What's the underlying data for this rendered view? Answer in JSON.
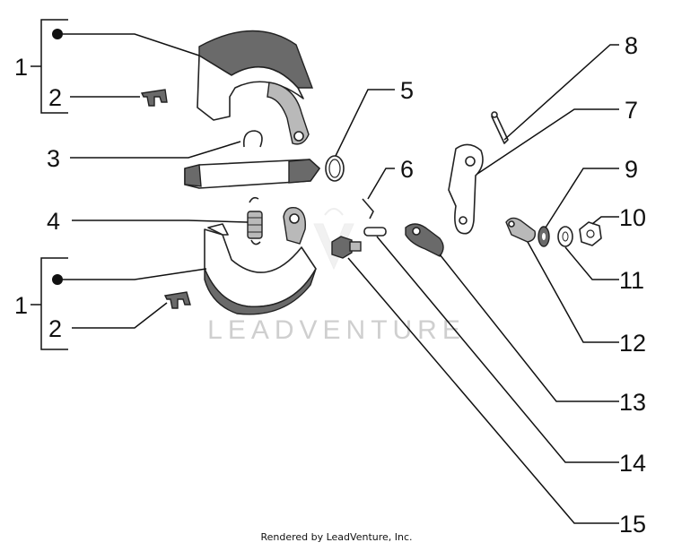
{
  "labels": {
    "l1a": "1",
    "l2a": "2",
    "l3": "3",
    "l4": "4",
    "l1b": "1",
    "l2b": "2",
    "l5": "5",
    "l6": "6",
    "l7": "7",
    "l8": "8",
    "l9": "9",
    "l10": "10",
    "l11": "11",
    "l12": "12",
    "l13": "13",
    "l14": "14",
    "l15": "15"
  },
  "watermark": "LEADVENTURE",
  "footer": "Rendered by LeadVenture, Inc."
}
